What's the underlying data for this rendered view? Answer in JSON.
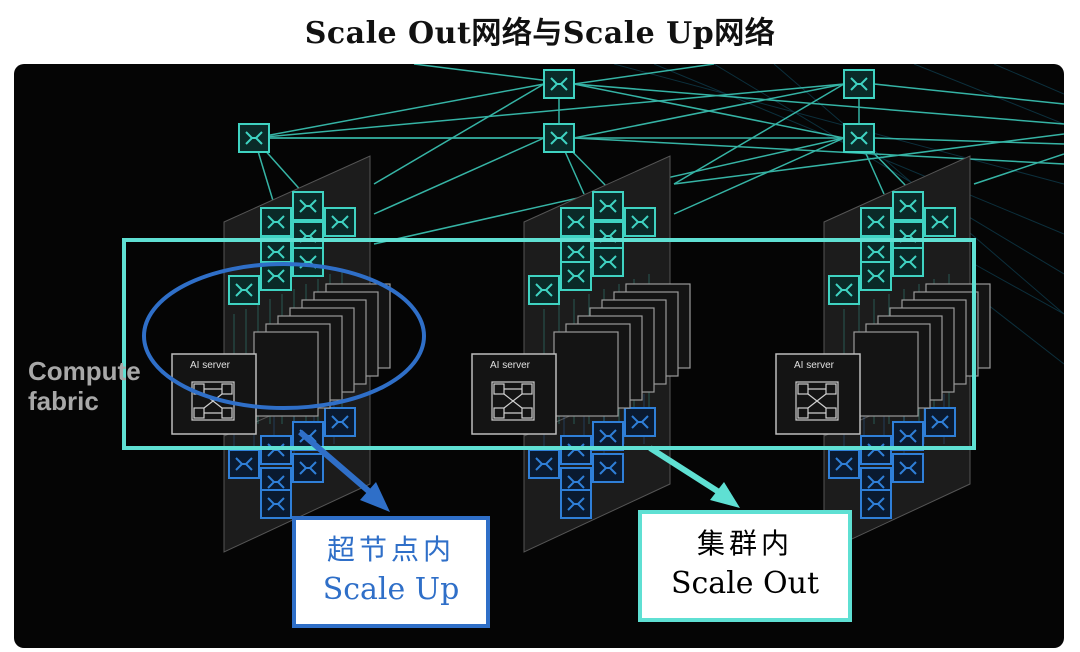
{
  "title": "Scale Out网络与Scale Up网络",
  "compute_label_line1": "Compute",
  "compute_label_line2": "fabric",
  "server_label": "AI server",
  "callout_scale_up": {
    "line1": "超节点内",
    "line2": "Scale Up"
  },
  "callout_scale_out": {
    "line1": "集群内",
    "line2": "Scale Out"
  },
  "colors": {
    "teal": "#3fd3c2",
    "blue": "#2f6fc8",
    "cyan_box": "#5fe0d3",
    "background": "#050505"
  }
}
